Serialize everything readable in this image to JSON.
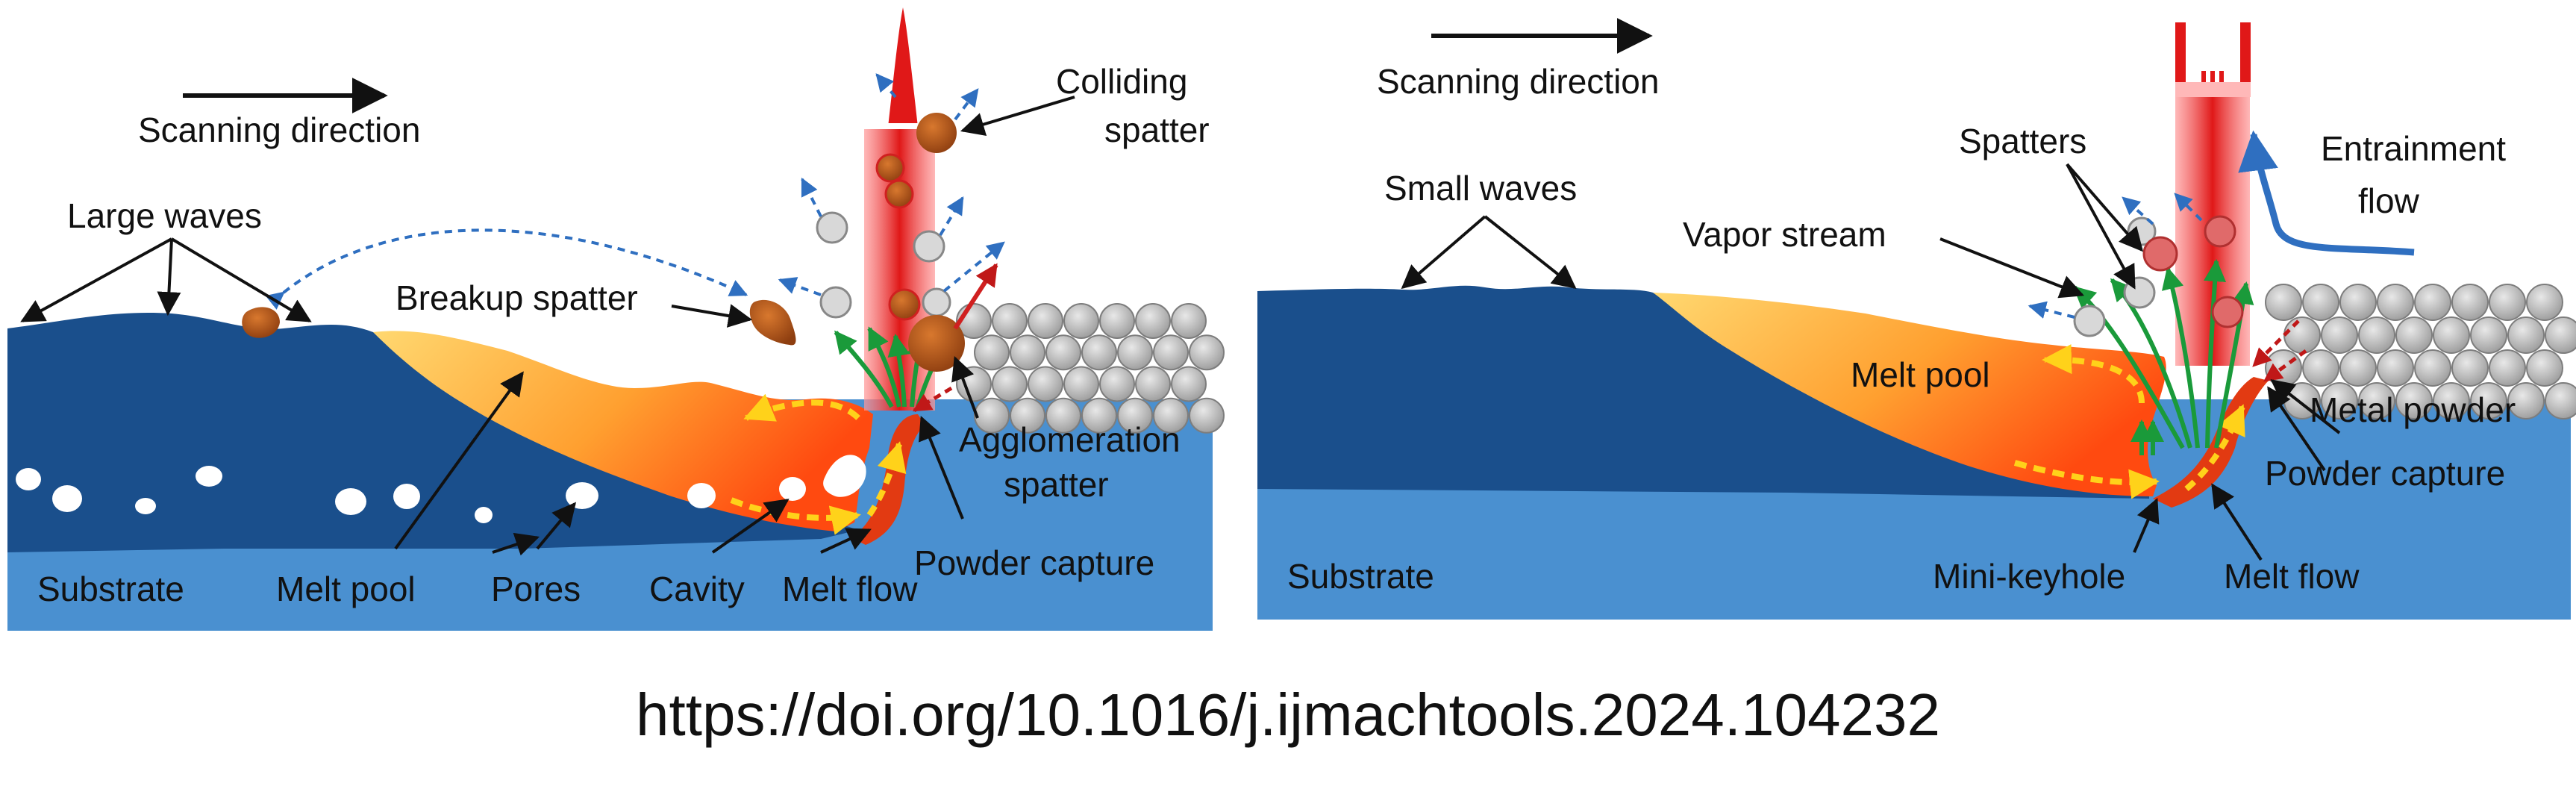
{
  "left_panel": {
    "scanning_direction": "Scanning direction",
    "large_waves": "Large waves",
    "breakup_spatter": "Breakup spatter",
    "colliding_spatter_1": "Colliding",
    "colliding_spatter_2": "spatter",
    "agglomeration_spatter_1": "Agglomeration",
    "agglomeration_spatter_2": "spatter",
    "powder_capture": "Powder capture",
    "substrate": "Substrate",
    "melt_pool": "Melt pool",
    "pores": "Pores",
    "cavity": "Cavity",
    "melt_flow": "Melt flow"
  },
  "right_panel": {
    "scanning_direction": "Scanning direction",
    "small_waves": "Small waves",
    "spatters": "Spatters",
    "entrainment_flow_1": "Entrainment",
    "entrainment_flow_2": "flow",
    "vapor_stream": "Vapor stream",
    "melt_pool": "Melt pool",
    "metal_powder": "Metal powder",
    "powder_capture": "Powder capture",
    "substrate": "Substrate",
    "mini_keyhole": "Mini-keyhole",
    "melt_flow": "Melt flow"
  },
  "doi": "https://doi.org/10.1016/j.ijmachtools.2024.104232",
  "colors": {
    "substrate": "#4a90d0",
    "deep_blue": "#1a4f8c",
    "laser_red": "#e02020",
    "spatter_brown": "#b5561a",
    "powder_grey": "#b8b8b8",
    "vapor_green": "#1a9a3a",
    "flow_yellow": "#ffd21a",
    "entrainment_blue": "#2f6fc0"
  }
}
